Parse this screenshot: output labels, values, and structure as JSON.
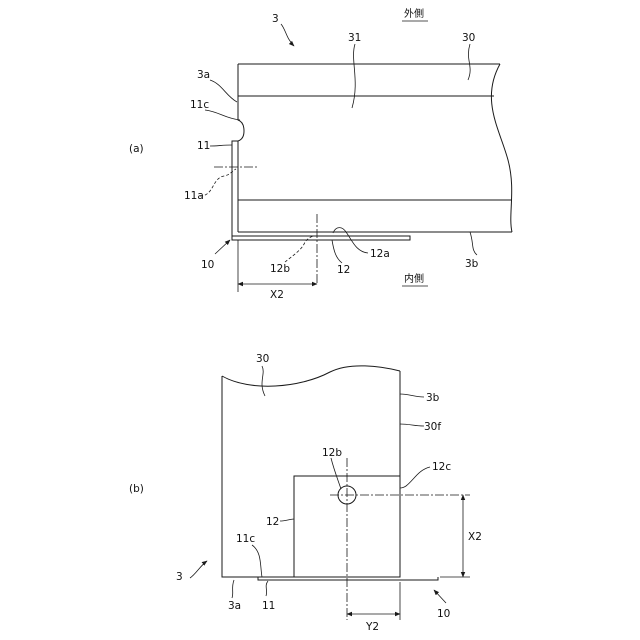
{
  "view_a": {
    "view_label": "(a)",
    "outer_side": "外側",
    "inner_side": "内側",
    "refs": [
      "3",
      "31",
      "30",
      "3a",
      "11c",
      "11",
      "11a",
      "10",
      "12b",
      "12",
      "12a",
      "3b"
    ],
    "dimension": "X2"
  },
  "view_b": {
    "view_label": "(b)",
    "refs": [
      "30",
      "3b",
      "30f",
      "12b",
      "12c",
      "12",
      "X2",
      "11c",
      "3",
      "3a",
      "11",
      "10"
    ],
    "dimension": "Y2"
  }
}
